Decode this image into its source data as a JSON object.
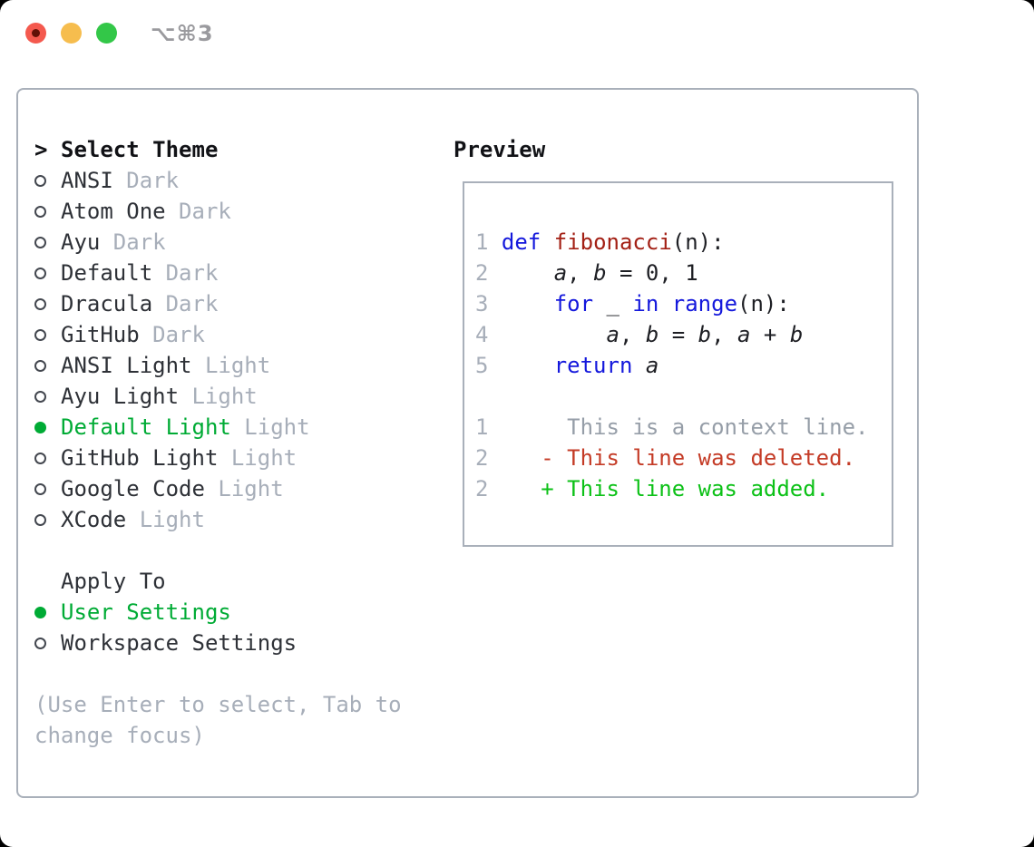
{
  "titlebar": {
    "shortcut": "⌥⌘3",
    "buttons": [
      "close",
      "minimize",
      "zoom"
    ]
  },
  "theme_selector": {
    "prompt": ">",
    "header": "Select Theme",
    "items": [
      {
        "name": "ANSI",
        "variant": "Dark",
        "selected": false
      },
      {
        "name": "Atom One",
        "variant": "Dark",
        "selected": false
      },
      {
        "name": "Ayu",
        "variant": "Dark",
        "selected": false
      },
      {
        "name": "Default",
        "variant": "Dark",
        "selected": false
      },
      {
        "name": "Dracula",
        "variant": "Dark",
        "selected": false
      },
      {
        "name": "GitHub",
        "variant": "Dark",
        "selected": false
      },
      {
        "name": "ANSI Light",
        "variant": "Light",
        "selected": false
      },
      {
        "name": "Ayu Light",
        "variant": "Light",
        "selected": false
      },
      {
        "name": "Default Light",
        "variant": "Light",
        "selected": true
      },
      {
        "name": "GitHub Light",
        "variant": "Light",
        "selected": false
      },
      {
        "name": "Google Code",
        "variant": "Light",
        "selected": false
      },
      {
        "name": "XCode",
        "variant": "Light",
        "selected": false
      }
    ]
  },
  "apply_to": {
    "header": "Apply To",
    "items": [
      {
        "label": "User Settings",
        "selected": true
      },
      {
        "label": "Workspace Settings",
        "selected": false
      }
    ]
  },
  "hint": [
    "(Use Enter to select, Tab to",
    "change focus)"
  ],
  "preview": {
    "header": "Preview",
    "code_lines": [
      {
        "num": "1",
        "indent": 0,
        "tokens": [
          {
            "t": "def",
            "c": "kw"
          },
          {
            "t": " ",
            "c": "pl"
          },
          {
            "t": "fibonacci",
            "c": "fn"
          },
          {
            "t": "(n):",
            "c": "pl"
          }
        ]
      },
      {
        "num": "2",
        "indent": 4,
        "tokens": [
          {
            "t": "a",
            "c": "var"
          },
          {
            "t": ", ",
            "c": "pl"
          },
          {
            "t": "b",
            "c": "var"
          },
          {
            "t": " = 0, 1",
            "c": "pl"
          }
        ]
      },
      {
        "num": "3",
        "indent": 4,
        "tokens": [
          {
            "t": "for",
            "c": "kw"
          },
          {
            "t": " _ ",
            "c": "pl"
          },
          {
            "t": "in",
            "c": "kw"
          },
          {
            "t": " ",
            "c": "pl"
          },
          {
            "t": "range",
            "c": "kw"
          },
          {
            "t": "(n):",
            "c": "pl"
          }
        ]
      },
      {
        "num": "4",
        "indent": 8,
        "tokens": [
          {
            "t": "a",
            "c": "var"
          },
          {
            "t": ", ",
            "c": "pl"
          },
          {
            "t": "b",
            "c": "var"
          },
          {
            "t": " = ",
            "c": "pl"
          },
          {
            "t": "b",
            "c": "var"
          },
          {
            "t": ", ",
            "c": "pl"
          },
          {
            "t": "a",
            "c": "var"
          },
          {
            "t": " + ",
            "c": "pl"
          },
          {
            "t": "b",
            "c": "var"
          }
        ]
      },
      {
        "num": "5",
        "indent": 4,
        "tokens": [
          {
            "t": "return",
            "c": "kw"
          },
          {
            "t": " ",
            "c": "pl"
          },
          {
            "t": "a",
            "c": "var"
          }
        ]
      }
    ],
    "diff_lines": [
      {
        "num": "1",
        "marker": " ",
        "text": "This is a context line.",
        "kind": "context"
      },
      {
        "num": "2",
        "marker": "-",
        "text": "This line was deleted.",
        "kind": "deleted"
      },
      {
        "num": "2",
        "marker": "+",
        "text": "This line was added.",
        "kind": "added"
      }
    ]
  },
  "colors": {
    "accent_green": "#00ab35",
    "added_green": "#0cc117",
    "deleted_red": "#c43b26",
    "keyword_blue": "#1418dc",
    "function_red": "#a32015",
    "code_ink": "#1e1f24",
    "text_dark": "#2e3137",
    "heading_black": "#111216",
    "muted_gray": "#a7aeb9",
    "context_gray": "#969ea8",
    "border_gray": "#a9b0ba",
    "radio_outline": "#43474f",
    "traffic_red": "#f4594e",
    "traffic_red_dot": "#611006",
    "traffic_yellow": "#f6bd4e",
    "traffic_green": "#33c748",
    "shortcut_gray": "#9a9a9e"
  }
}
